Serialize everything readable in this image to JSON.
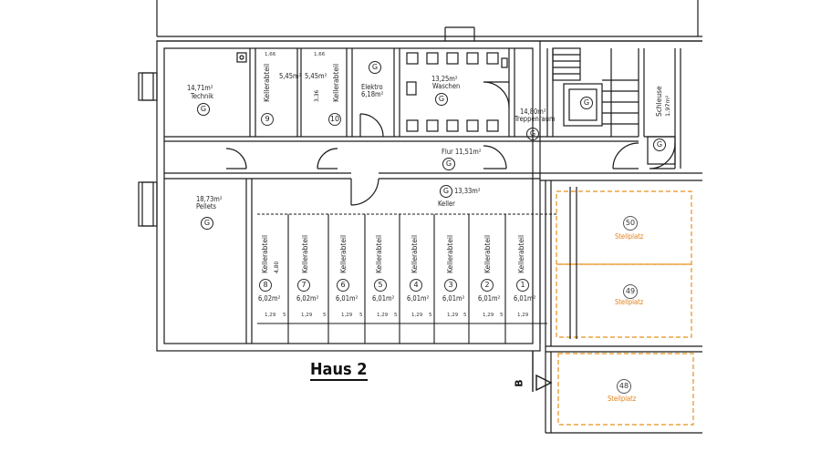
{
  "title": "Haus 2",
  "section_mark": "B",
  "g_symbol": "G",
  "rooms": {
    "technik": {
      "area": "14,71m²",
      "name": "Technik"
    },
    "elektro": {
      "name": "Elektro",
      "area": "6,18m²"
    },
    "waschen": {
      "area": "13,25m²",
      "name": "Waschen"
    },
    "treppenraum": {
      "area": "14,80m²",
      "name": "Treppenraum"
    },
    "schleuse": {
      "name": "Schleuse",
      "area": "1,97m²"
    },
    "flur": {
      "label": "Flur 11,51m²"
    },
    "keller": {
      "area": "13,33m²",
      "name": "Keller"
    },
    "pellets": {
      "area": "18,73m²",
      "name": "Pellets"
    }
  },
  "top_kellerabteile": [
    {
      "number": "9",
      "name": "Kellerabteil",
      "area": "5,45m²",
      "width": "1,66"
    },
    {
      "number": "10",
      "name": "Kellerabteil",
      "area": "5,45m²",
      "width": "1,66",
      "depth": "3,36"
    }
  ],
  "kellerabteile": [
    {
      "number": "8",
      "name": "Kellerabteil",
      "area": "6,02m²",
      "depth": "4,80",
      "width": "1,29"
    },
    {
      "number": "7",
      "name": "Kellerabteil",
      "area": "6,02m²",
      "width": "1,29"
    },
    {
      "number": "6",
      "name": "Kellerabteil",
      "area": "6,01m²",
      "width": "1,29"
    },
    {
      "number": "5",
      "name": "Kellerabteil",
      "area": "6,01m²",
      "width": "1,29"
    },
    {
      "number": "4",
      "name": "Kellerabteil",
      "area": "6,01m²",
      "width": "1,29"
    },
    {
      "number": "3",
      "name": "Kellerabteil",
      "area": "6,01m²",
      "width": "1,29"
    },
    {
      "number": "2",
      "name": "Kellerabteil",
      "area": "6,01m²",
      "width": "1,29"
    },
    {
      "number": "1",
      "name": "Kellerabteil",
      "area": "6,01m²",
      "width": "1,29"
    }
  ],
  "dim_small": "5",
  "stellplaetze": [
    {
      "number": "50",
      "name": "Stellplatz"
    },
    {
      "number": "49",
      "name": "Stellplatz"
    },
    {
      "number": "48",
      "name": "Stellplatz"
    }
  ],
  "colors": {
    "walls": "#1a1a1a",
    "stellplatz": "#e8901e",
    "background": "#ffffff"
  }
}
